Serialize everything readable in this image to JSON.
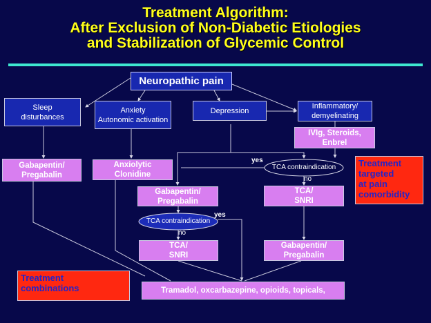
{
  "title": {
    "line1": "Treatment Algorithm:",
    "line2": "After Exclusion of Non-Diabetic Etiologies",
    "line3": "and Stabilization of Glycemic Control"
  },
  "nodes": {
    "root": "Neuropathic pain",
    "sleep": "Sleep\ndisturbances",
    "anxiety": "Anxiety\nAutonomic activation",
    "depression": "Depression",
    "inflammatory": "Inflammatory/\ndemyelinating",
    "ivig": "IVIg, Steroids,\nEnbrel",
    "gaba_left": "Gabapentin/\nPregabalin",
    "anxiolytic": "Anxiolytic\nClonidine",
    "gaba_mid": "Gabapentin/\nPregabalin",
    "tca_right": "TCA/\nSNRI",
    "tca_mid": "TCA/\nSNRI",
    "gaba_right": "Gabapentin/\nPregabalin",
    "combo": "Tramadol, oxcarbazepine, opioids, topicals,"
  },
  "decisions": {
    "upper": {
      "label": "TCA contraindication",
      "yes": "yes",
      "no": "no"
    },
    "lower": {
      "label": "TCA contraindication",
      "yes": "yes",
      "no": "no"
    }
  },
  "callouts": {
    "targeted": "Treatment\ntargeted\n at pain\ncomorbidity",
    "combinations": "Treatment\ncombinations"
  },
  "colors": {
    "background": "#07084a",
    "title": "#ffff1a",
    "rule": "#3ee8d0",
    "category_box": "#1828b0",
    "therapy_box": "#d87ef0",
    "callout_box": "#ff2810",
    "callout_text": "#2424c8"
  }
}
